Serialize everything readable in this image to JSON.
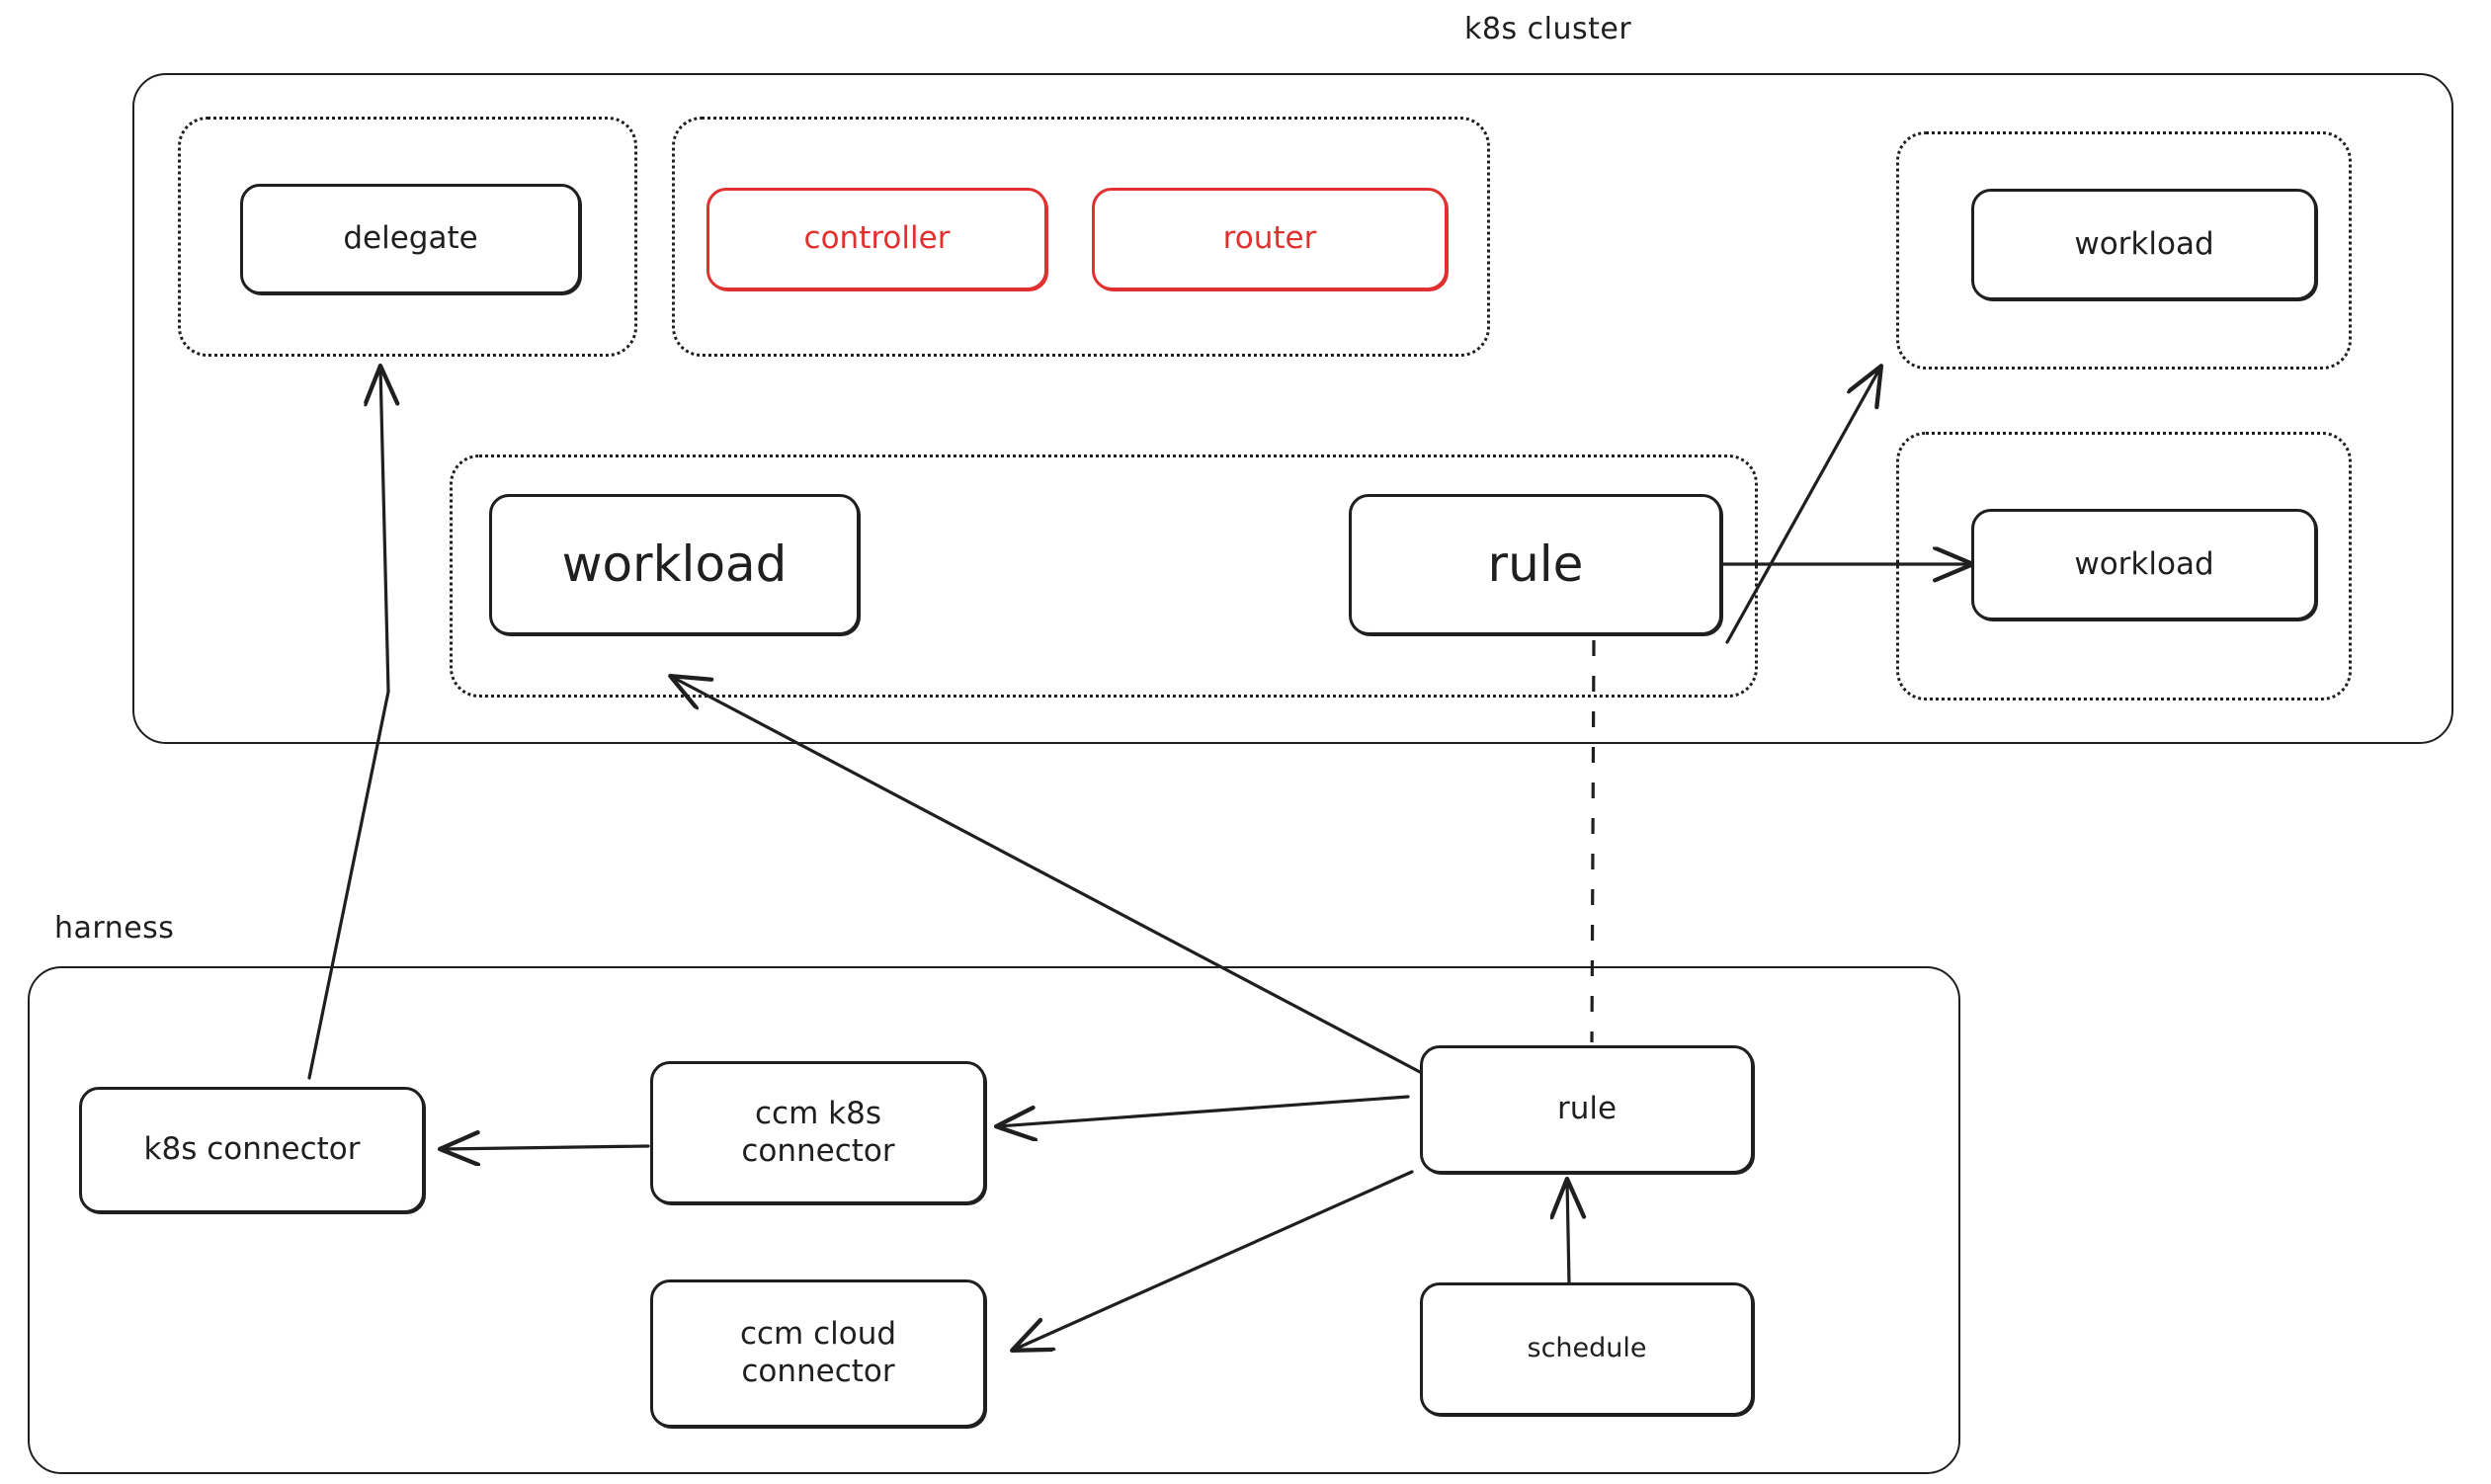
{
  "diagram": {
    "type": "architecture-diagram",
    "title_visible": false,
    "groups": [
      {
        "id": "k8s-cluster",
        "label": "k8s cluster"
      },
      {
        "id": "harness",
        "label": "harness"
      }
    ]
  },
  "cluster": {
    "label": "k8s cluster",
    "namespace_delegate": {
      "nodes": [
        {
          "id": "delegate",
          "label": "delegate",
          "color": "#1f1f1f"
        }
      ]
    },
    "namespace_controller": {
      "nodes": [
        {
          "id": "controller",
          "label": "controller",
          "color": "#e0302f"
        },
        {
          "id": "router",
          "label": "router",
          "color": "#e0302f"
        }
      ]
    },
    "namespace_app": {
      "nodes": [
        {
          "id": "cluster-workload-main",
          "label": "workload",
          "color": "#1f1f1f"
        },
        {
          "id": "cluster-rule",
          "label": "rule",
          "color": "#1f1f1f"
        }
      ]
    },
    "namespace_workload_top": {
      "nodes": [
        {
          "id": "workload-top",
          "label": "workload",
          "color": "#1f1f1f"
        }
      ]
    },
    "namespace_workload_bottom": {
      "nodes": [
        {
          "id": "workload-bottom",
          "label": "workload",
          "color": "#1f1f1f"
        }
      ]
    }
  },
  "harness": {
    "label": "harness",
    "nodes": [
      {
        "id": "k8s-connector",
        "label": "k8s connector"
      },
      {
        "id": "ccm-k8s-connector",
        "label": "ccm k8s\nconnector"
      },
      {
        "id": "ccm-cloud-connector",
        "label": "ccm cloud\nconnector"
      },
      {
        "id": "harness-rule",
        "label": "rule"
      },
      {
        "id": "schedule",
        "label": "schedule"
      }
    ]
  },
  "edges": [
    {
      "from": "k8s-connector",
      "to": "delegate",
      "style": "solid",
      "arrow": "end"
    },
    {
      "from": "ccm-k8s-connector",
      "to": "k8s-connector",
      "style": "solid",
      "arrow": "end"
    },
    {
      "from": "harness-rule",
      "to": "ccm-k8s-connector",
      "style": "solid",
      "arrow": "end"
    },
    {
      "from": "harness-rule",
      "to": "ccm-cloud-connector",
      "style": "solid",
      "arrow": "end"
    },
    {
      "from": "harness-rule",
      "to": "cluster-workload-main",
      "style": "solid",
      "arrow": "end"
    },
    {
      "from": "schedule",
      "to": "harness-rule",
      "style": "solid",
      "arrow": "end"
    },
    {
      "from": "harness-rule",
      "to": "cluster-rule",
      "style": "dashed",
      "arrow": "none"
    },
    {
      "from": "cluster-rule",
      "to": "workload-top",
      "style": "solid",
      "arrow": "end"
    },
    {
      "from": "cluster-rule",
      "to": "workload-bottom",
      "style": "solid",
      "arrow": "end"
    }
  ],
  "colors": {
    "stroke": "#1f1f1f",
    "accent_red": "#e0302f",
    "background": "#ffffff"
  }
}
